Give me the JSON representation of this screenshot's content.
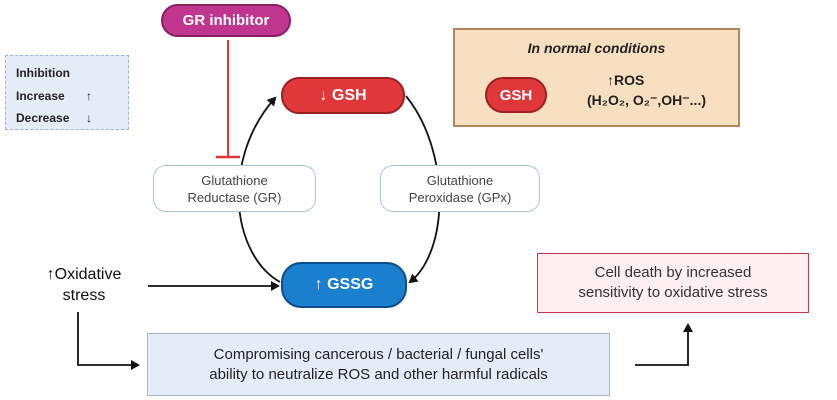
{
  "gr_inhibitor": "GR inhibitor",
  "legend": {
    "inhibition": "Inhibition",
    "increase": "Increase",
    "increase_symbol": "↑",
    "decrease": "Decrease",
    "decrease_symbol": "↓"
  },
  "gsh_node": "↓ GSH",
  "gssg_node": "↑ GSSG",
  "gr_enzyme": {
    "line1": "Glutathione",
    "line2": "Reductase (GR)"
  },
  "gpx_enzyme": {
    "line1": "Glutathione",
    "line2": "Peroxidase (GPx)"
  },
  "normal_conditions": {
    "title": "In normal conditions",
    "gsh": "GSH",
    "ros_label": "↑ROS",
    "ros_species": "(H₂O₂, O₂⁻,OH⁻...)"
  },
  "oxidative_stress": {
    "line1": "↑Oxidative",
    "line2": "stress"
  },
  "compromising": {
    "line1": "Compromising cancerous / bacterial / fungal cells'",
    "line2": "ability to neutralize ROS and other harmful radicals"
  },
  "cell_death": {
    "line1": "Cell death by increased",
    "line2": "sensitivity to oxidative stress"
  },
  "colors": {
    "inhibition": "#e0383a",
    "gsh": "#e0383a",
    "gssg": "#1b7fd0",
    "gr_inhibitor": "#c0368e"
  }
}
